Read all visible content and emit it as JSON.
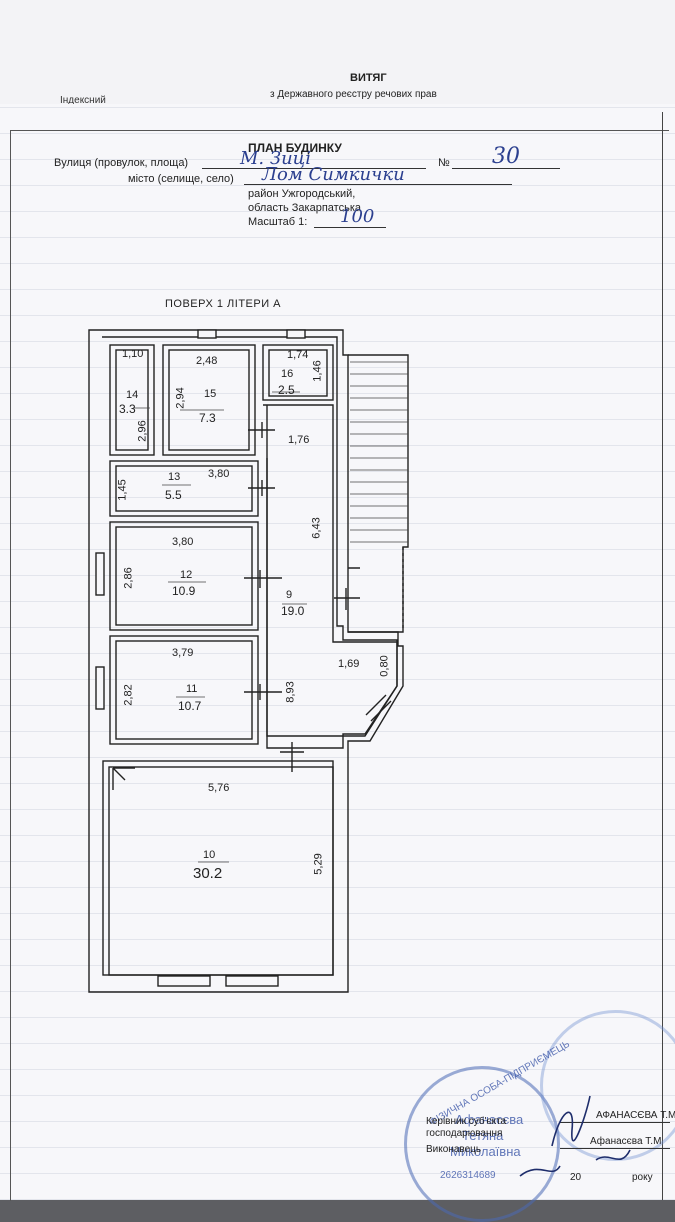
{
  "back_sheet": {
    "title": "ВИТЯГ",
    "subtitle": "з Державного реєстру речових прав",
    "index_label": "Індексний"
  },
  "header": {
    "title": "ПЛАН БУДИНКУ",
    "street_label": "Вулиця (провулок, площа)",
    "street_value": "М. Зиці",
    "number_label": "№",
    "number_value": "30",
    "city_label": "місто (селище, село)",
    "city_value": "Лом Симкички",
    "district": "район Ужгородський,",
    "region": "область Закарпатська",
    "scale_label": "Масштаб 1:",
    "scale_value": "100"
  },
  "plan": {
    "floor_title": "ПОВЕРХ 1 ЛІТЕРИ А",
    "rooms": [
      {
        "num": "14",
        "area": "3.3",
        "dims": [
          "1,10",
          "2,96"
        ]
      },
      {
        "num": "15",
        "area": "7.3",
        "dims": [
          "2,48",
          "2,94"
        ]
      },
      {
        "num": "16",
        "area": "2.5",
        "dims": [
          "1,74",
          "1,46"
        ]
      },
      {
        "num": "13",
        "area": "5.5",
        "dims": [
          "3,80",
          "1,45"
        ]
      },
      {
        "num": "12",
        "area": "10.9",
        "dims": [
          "3,80",
          "2,86"
        ]
      },
      {
        "num": "11",
        "area": "10.7",
        "dims": [
          "3,79",
          "2,82"
        ]
      },
      {
        "num": "9",
        "area": "19.0",
        "dims": [
          "1,76",
          "6,43",
          "1,69",
          "0,80",
          "8,93"
        ]
      },
      {
        "num": "10",
        "area": "30.2",
        "dims": [
          "5,76",
          "5,29"
        ]
      }
    ]
  },
  "footer": {
    "executor_line1": "Керівник суб'єкта",
    "executor_line2": "господарювання",
    "executor_name": "АФАНАСЄВА Т.М.",
    "performer_label": "Виконавець",
    "performer_name": "Афанасєва Т.М",
    "date_suffix": "20",
    "year_word": "року",
    "stamp_text_1": "ФІЗИЧНА ОСОБА-ПІДПРИЄМЕЦЬ",
    "stamp_text_2": "Афанасєва",
    "stamp_text_3": "Тетяна",
    "stamp_text_4": "Миколаївна",
    "stamp_code": "2626314689"
  }
}
